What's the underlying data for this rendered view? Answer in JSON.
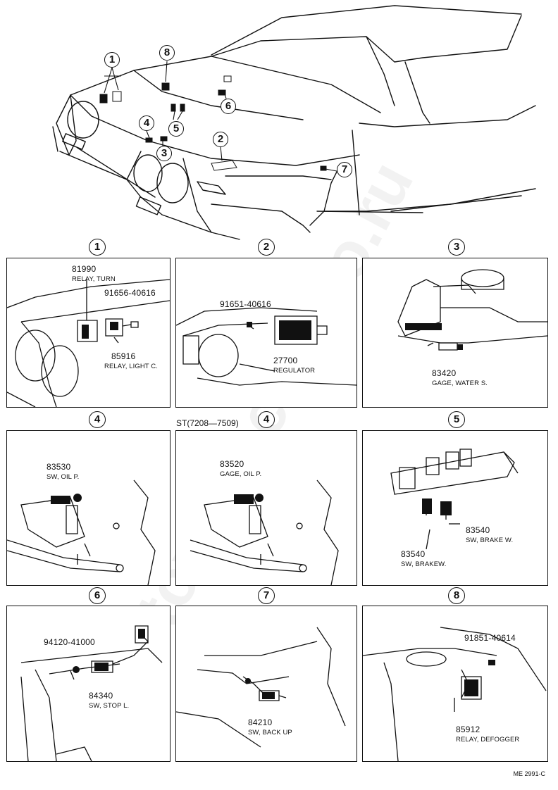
{
  "watermark": "toyota-carinfo.ru",
  "footer_code": "ME 2991-C",
  "hero_callouts": [
    "1",
    "2",
    "3",
    "4",
    "5",
    "6",
    "7",
    "8"
  ],
  "panels": [
    {
      "num": "1",
      "parts": [
        {
          "pn": "81990",
          "desc": "RELAY, TURN"
        },
        {
          "pn": "91656-40616",
          "desc": ""
        },
        {
          "pn": "85916",
          "desc": "RELAY, LIGHT C."
        }
      ]
    },
    {
      "num": "2",
      "parts": [
        {
          "pn": "91651-40616",
          "desc": ""
        },
        {
          "pn": "27700",
          "desc": "REGULATOR"
        }
      ]
    },
    {
      "num": "3",
      "parts": [
        {
          "pn": "83420",
          "desc": "GAGE, WATER S."
        }
      ]
    },
    {
      "num": "4",
      "parts": [
        {
          "pn": "83530",
          "desc": "SW, OIL P."
        }
      ]
    },
    {
      "num": "4",
      "note": "ST(7208—7509)",
      "parts": [
        {
          "pn": "83520",
          "desc": "GAGE, OIL P."
        }
      ]
    },
    {
      "num": "5",
      "parts": [
        {
          "pn": "83540",
          "desc": "SW, BRAKE W."
        },
        {
          "pn": "83540",
          "desc": "SW, BRAKEW."
        }
      ]
    },
    {
      "num": "6",
      "parts": [
        {
          "pn": "94120-41000",
          "desc": ""
        },
        {
          "pn": "84340",
          "desc": "SW, STOP L."
        }
      ]
    },
    {
      "num": "7",
      "parts": [
        {
          "pn": "84210",
          "desc": "SW, BACK UP"
        }
      ]
    },
    {
      "num": "8",
      "parts": [
        {
          "pn": "91851-40614",
          "desc": ""
        },
        {
          "pn": "85912",
          "desc": "RELAY, DEFOGGER"
        }
      ]
    }
  ]
}
